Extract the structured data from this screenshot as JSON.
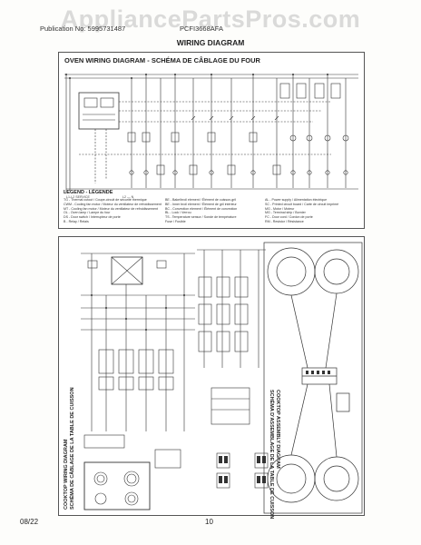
{
  "watermark": "AppliancePartsPros.com",
  "header": {
    "publication": "Publication No: 5995731487",
    "model": "PCFI3668AFA",
    "title": "WIRING DIAGRAM"
  },
  "oven": {
    "title": "OVEN WIRING DIAGRAM  -  SCHÉMA DE CÂBLAGE DU FOUR",
    "note_left": "L1-L2 SERVICE",
    "note_right": "L2 — N"
  },
  "legend": {
    "title": "LEGEND - LÉGENDE",
    "col1": [
      "TG - Thermal cutout / Coupe-circuit de sécurité thermique",
      "CWM - Cooling fan motor / Moteur du ventilateur de refroidissement",
      "MT - Cooling fan motor / Moteur du ventilateur de refroidissement",
      "OL - Oven lamp / Lampe du four",
      "DS - Door switch / Interrupteur de porte",
      "B - Relay / Relais"
    ],
    "col2": [
      "BE - Bake/broil element / Élément de cuisson-gril",
      "BE - Inner broil element / Élément de gril intérieur",
      "BC - Convection element / Élément de convection",
      "BL - Lock / Verrou",
      "TS - Temperature sensor / Sonde de température",
      "Fuse / Fusible"
    ],
    "col3": [
      "AL - Power supply / Alimentation électrique",
      "SC - Printed circuit board / Carte de circuit imprimé",
      "MG - Motor / Moteur",
      "MG - Terminal strip / Bornier",
      "FC - Door cord / Cordon de porte",
      "RM - Resistor / Résistance"
    ]
  },
  "cooktop": {
    "title_line1": "COOKTOP WIRING DIAGRAM",
    "title_line2": "SCHÉMA DE CÂBLAGE DE LA TABLE DE CUISSON"
  },
  "assembly": {
    "title_line1": "COOKTOP ASSEMBLY DIAGRAM",
    "title_line2": "SCHÉMA D'ASSEMBLAGE DE LA TABLE DE CUISSON"
  },
  "footer": {
    "date": "08/22",
    "page": "10"
  }
}
